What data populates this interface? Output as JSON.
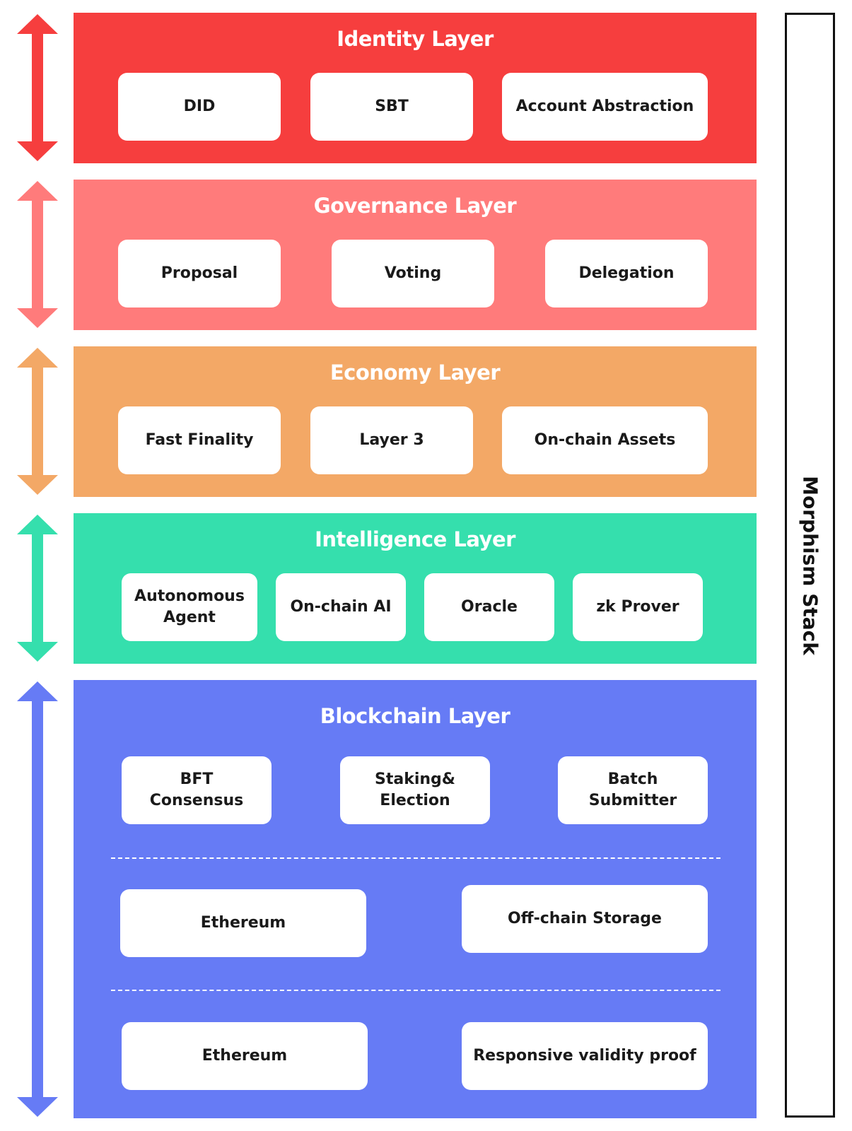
{
  "layers": [
    {
      "title": "Identity Layer",
      "color": "#f63e3e",
      "items": [
        "DID",
        "SBT",
        "Account Abstraction"
      ]
    },
    {
      "title": "Governance Layer",
      "color": "#ff7b7b",
      "items": [
        "Proposal",
        "Voting",
        "Delegation"
      ]
    },
    {
      "title": "Economy Layer",
      "color": "#f3a866",
      "items": [
        "Fast Finality",
        "Layer 3",
        "On-chain Assets"
      ]
    },
    {
      "title": "Intelligence Layer",
      "color": "#35dfad",
      "items": [
        "Autonomous\nAgent",
        "On-chain AI",
        "Oracle",
        "zk Prover"
      ]
    },
    {
      "title": "Blockchain Layer",
      "color": "#667bf5",
      "rows": [
        [
          "BFT\nConsensus",
          "Staking&\nElection",
          "Batch\nSubmitter"
        ],
        [
          "Ethereum",
          "Off-chain Storage"
        ],
        [
          "Ethereum",
          "Responsive validity proof"
        ]
      ]
    }
  ],
  "stack_label": "Morphism Stack",
  "arrow_icon": "double-headed-arrow-icon"
}
